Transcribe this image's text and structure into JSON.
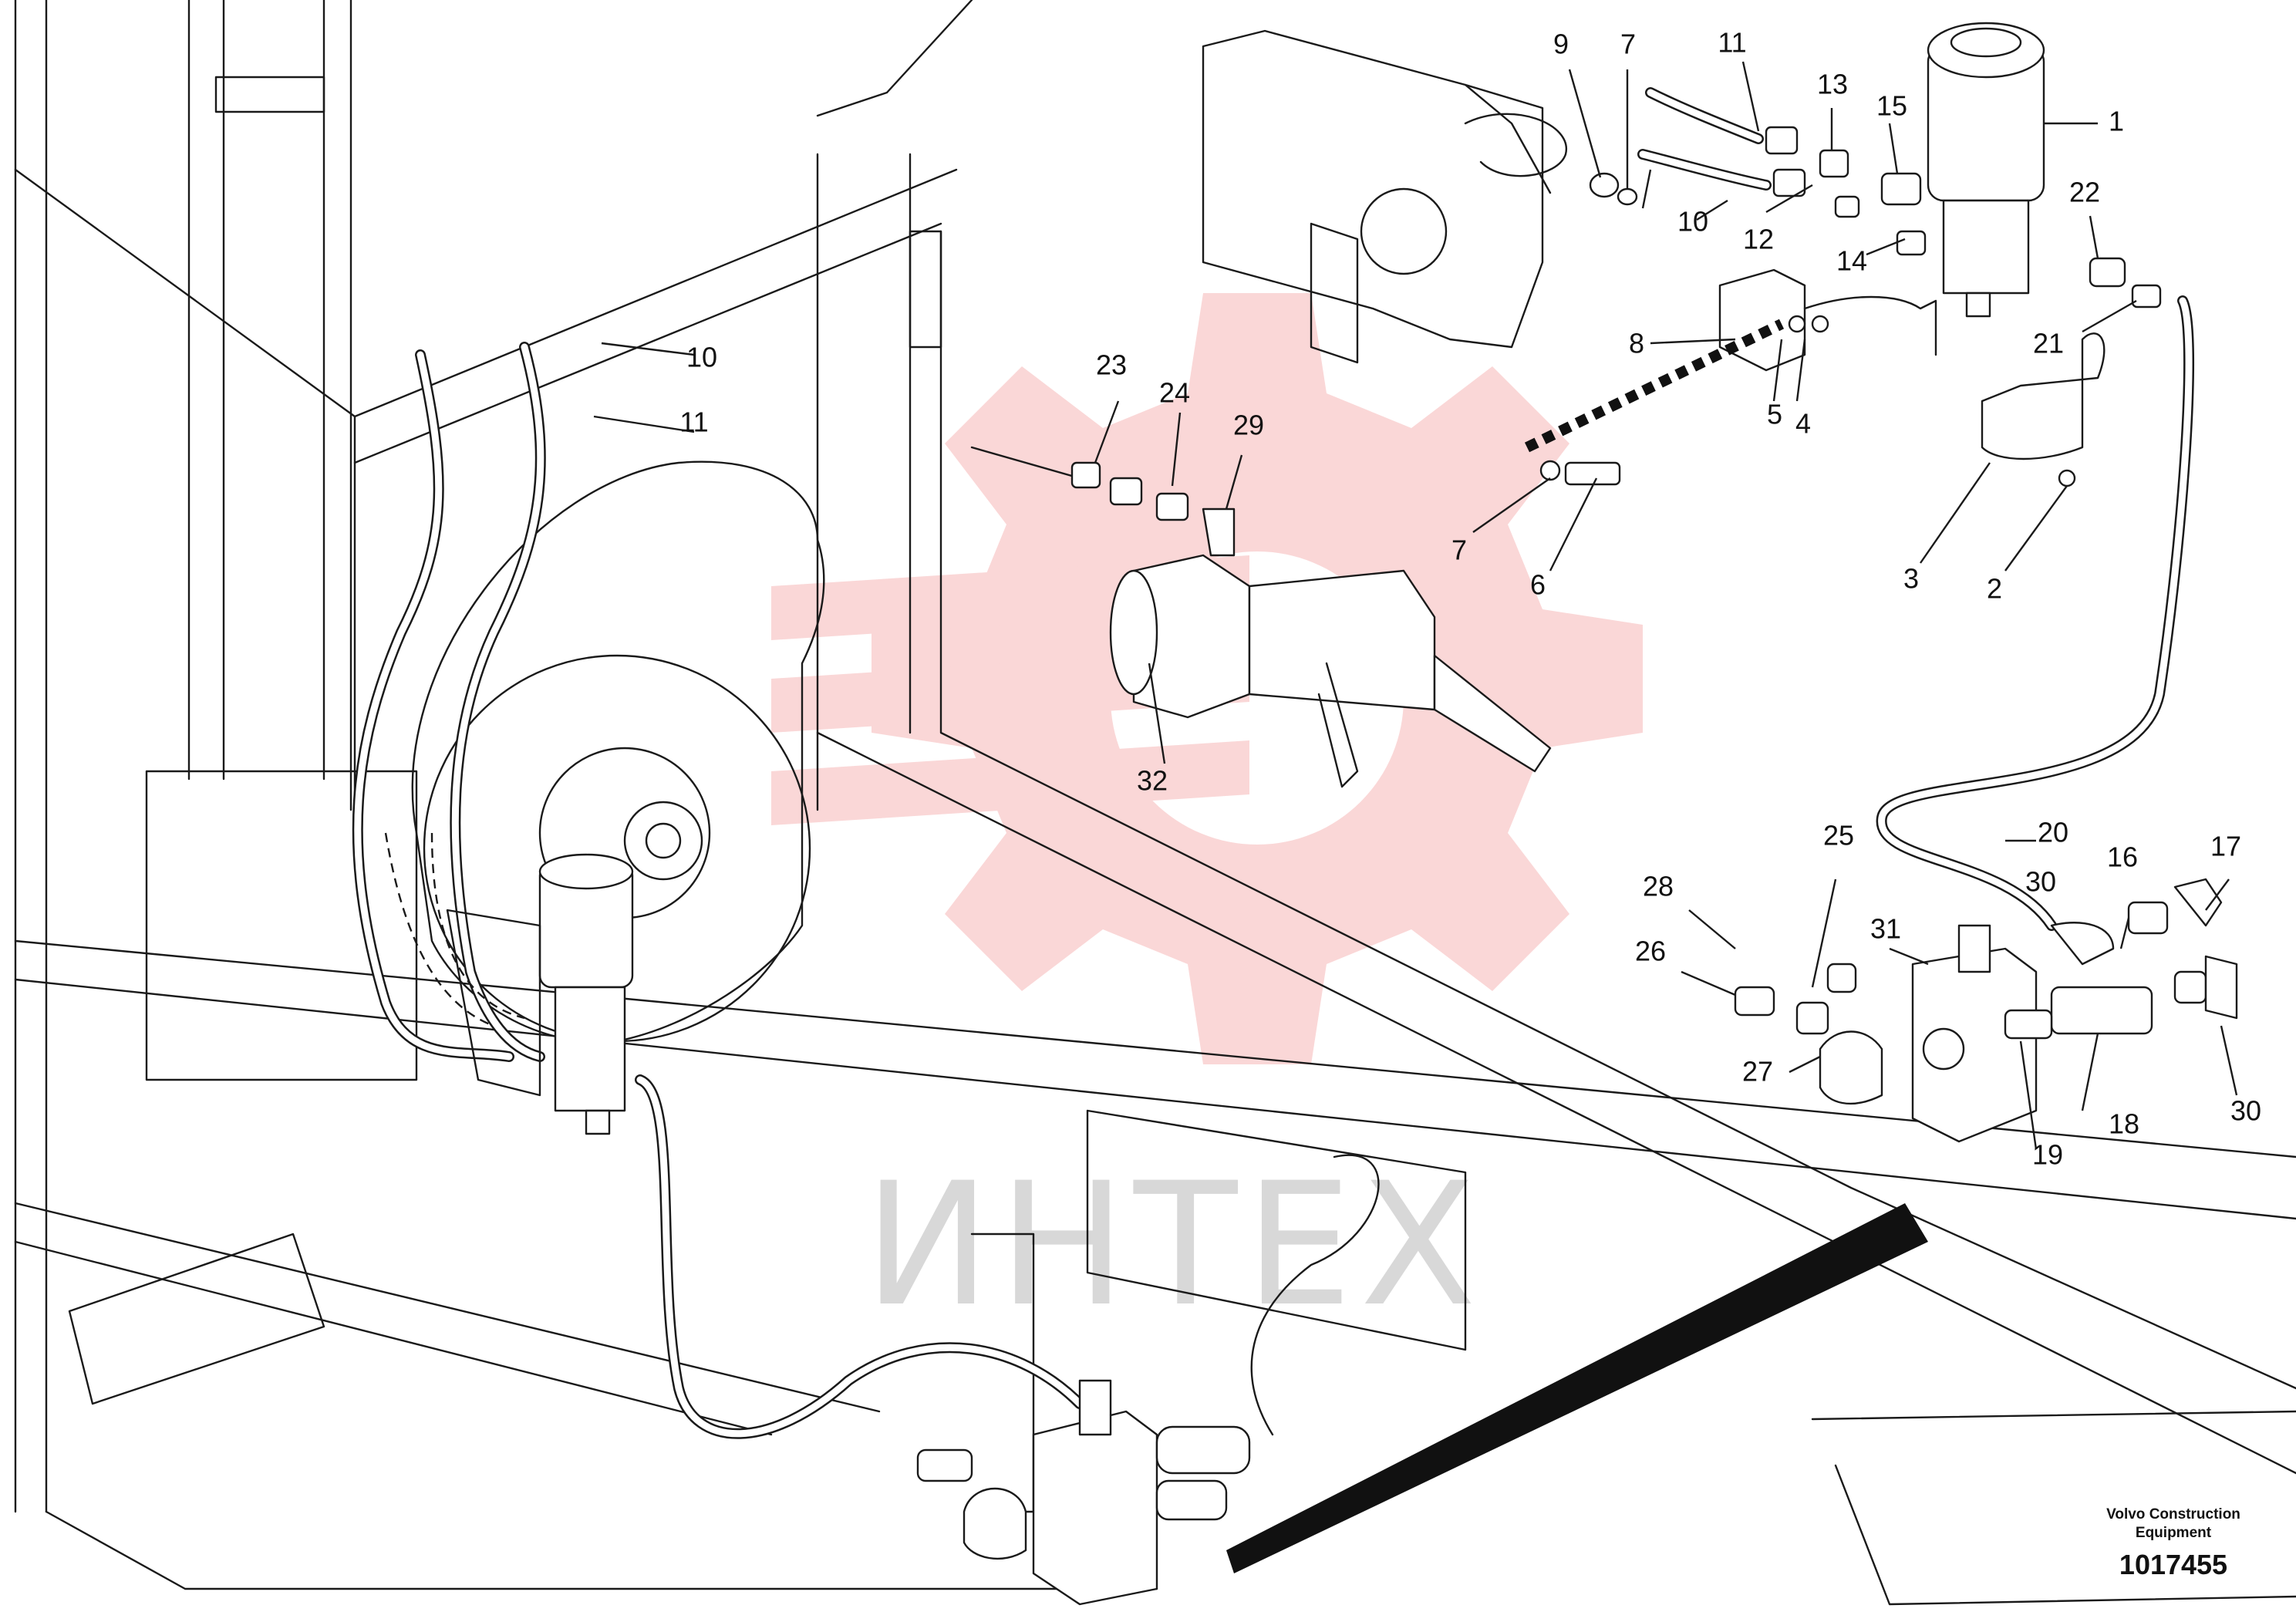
{
  "watermark": {
    "text": "ИНТЕХ",
    "gear_color": "#f6b0b0"
  },
  "callouts": [
    {
      "id": "c1",
      "label": "1"
    },
    {
      "id": "c2",
      "label": "2"
    },
    {
      "id": "c3",
      "label": "3"
    },
    {
      "id": "c4",
      "label": "4"
    },
    {
      "id": "c5",
      "label": "5"
    },
    {
      "id": "c6",
      "label": "6"
    },
    {
      "id": "c7a",
      "label": "7"
    },
    {
      "id": "c7b",
      "label": "7"
    },
    {
      "id": "c8",
      "label": "8"
    },
    {
      "id": "c9",
      "label": "9"
    },
    {
      "id": "c10a",
      "label": "10"
    },
    {
      "id": "c10b",
      "label": "10"
    },
    {
      "id": "c11a",
      "label": "11"
    },
    {
      "id": "c11b",
      "label": "11"
    },
    {
      "id": "c12",
      "label": "12"
    },
    {
      "id": "c13",
      "label": "13"
    },
    {
      "id": "c14",
      "label": "14"
    },
    {
      "id": "c15",
      "label": "15"
    },
    {
      "id": "c16",
      "label": "16"
    },
    {
      "id": "c17",
      "label": "17"
    },
    {
      "id": "c18",
      "label": "18"
    },
    {
      "id": "c19",
      "label": "19"
    },
    {
      "id": "c20",
      "label": "20"
    },
    {
      "id": "c21",
      "label": "21"
    },
    {
      "id": "c22",
      "label": "22"
    },
    {
      "id": "c23",
      "label": "23"
    },
    {
      "id": "c24",
      "label": "24"
    },
    {
      "id": "c25",
      "label": "25"
    },
    {
      "id": "c26",
      "label": "26"
    },
    {
      "id": "c27",
      "label": "27"
    },
    {
      "id": "c28",
      "label": "28"
    },
    {
      "id": "c29",
      "label": "29"
    },
    {
      "id": "c30a",
      "label": "30"
    },
    {
      "id": "c30b",
      "label": "30"
    },
    {
      "id": "c31",
      "label": "31"
    },
    {
      "id": "c32",
      "label": "32"
    }
  ],
  "footer": {
    "brand_line1": "Volvo Construction",
    "brand_line2": "Equipment",
    "drawing_number": "1017455"
  }
}
